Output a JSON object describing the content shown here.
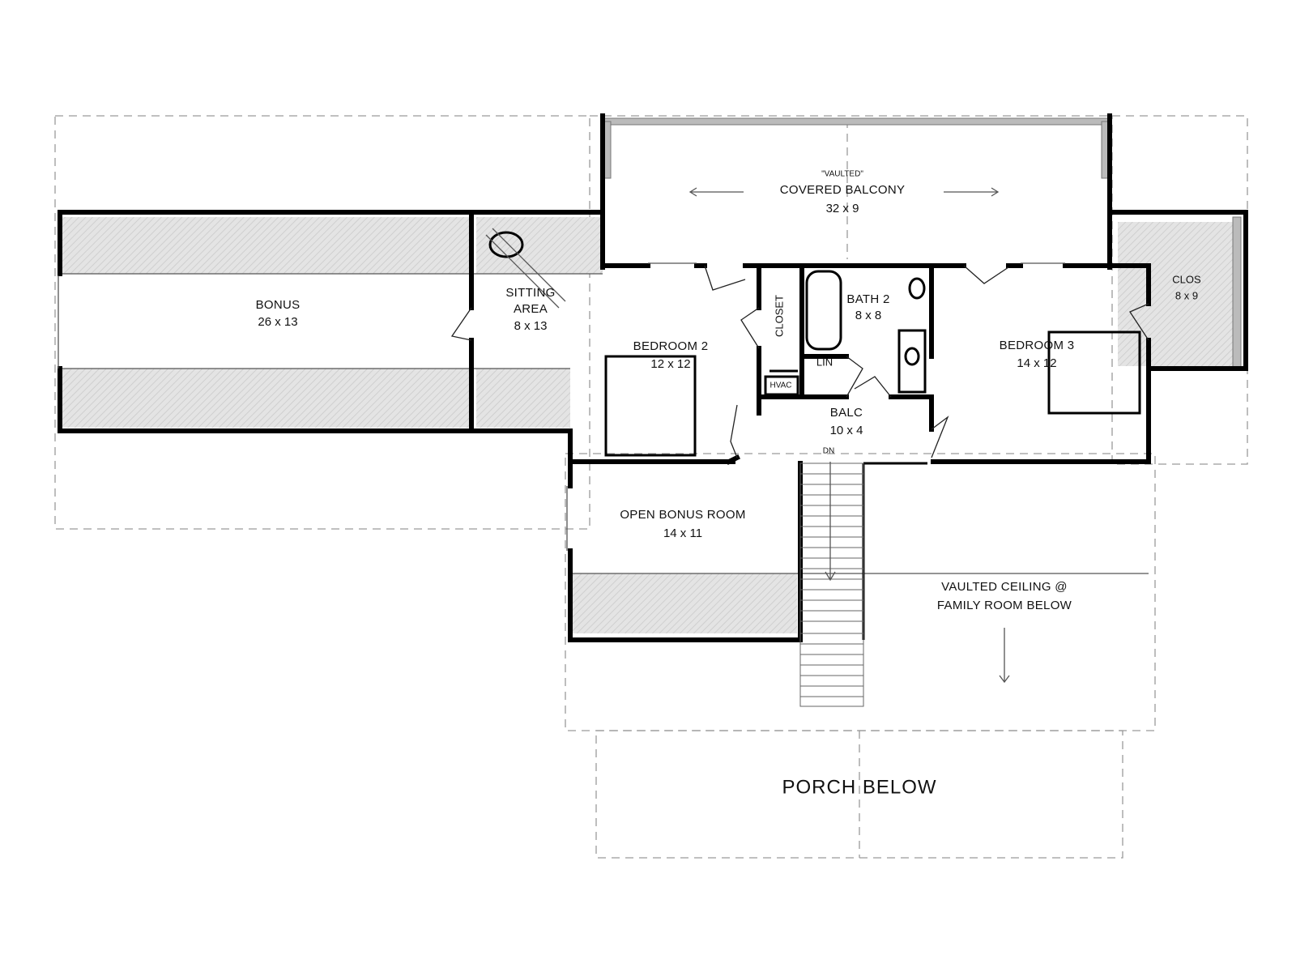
{
  "rooms": {
    "bonus": {
      "name": "BONUS",
      "size": "26 x 13"
    },
    "sitting": {
      "name_line1": "SITTING",
      "name_line2": "AREA",
      "size": "8 x 13"
    },
    "balcony": {
      "note": "\"VAULTED\"",
      "name": "COVERED BALCONY",
      "size": "32 x 9"
    },
    "bedroom2": {
      "name": "BEDROOM 2",
      "size": "12 x 12"
    },
    "closet": {
      "name": "CLOSET"
    },
    "bath2": {
      "name": "BATH 2",
      "size": "8 x 8"
    },
    "lin": {
      "name": "LIN"
    },
    "hvac": {
      "name": "HVAC"
    },
    "bedroom3": {
      "name": "BEDROOM 3",
      "size": "14 x 12"
    },
    "clos": {
      "name": "CLOS",
      "size": "8 x 9"
    },
    "balc": {
      "name": "BALC",
      "size": "10 x 4"
    },
    "open_bonus": {
      "name": "OPEN BONUS ROOM",
      "size": "14 x 11"
    },
    "vaulted": {
      "line1": "VAULTED CEILING @",
      "line2": "FAMILY ROOM BELOW"
    },
    "porch": {
      "name": "PORCH BELOW"
    }
  },
  "stair": {
    "label": "DN"
  },
  "colors": {
    "wall": "#000000",
    "hatch": "#d9d9d9",
    "dashed": "#9a9a9a"
  }
}
